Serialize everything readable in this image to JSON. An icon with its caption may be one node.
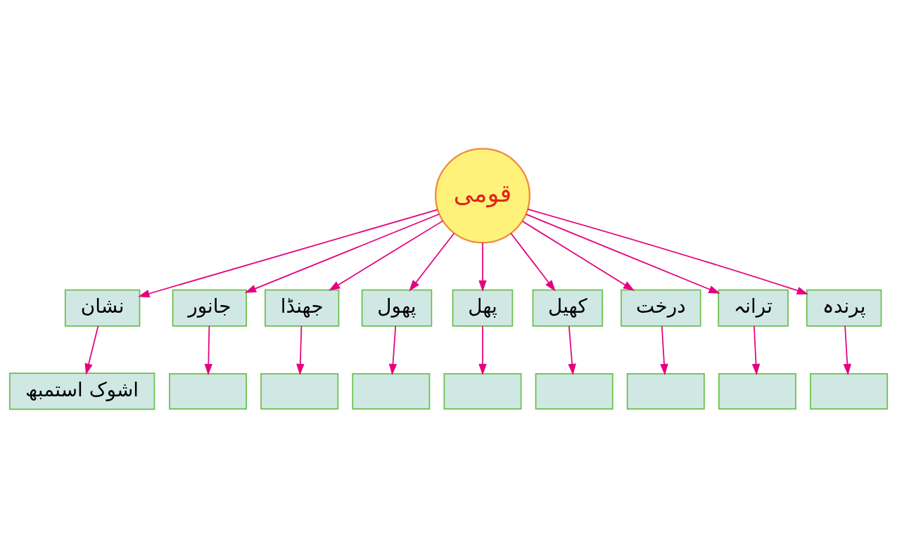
{
  "diagram": {
    "nodes": [
      {
        "text": [
          "قومی"
        ]
      },
      {
        "text": [
          "نشان"
        ]
      },
      {
        "text": [
          "جانور"
        ]
      },
      {
        "text": [
          "جھنڈا"
        ]
      },
      {
        "text": [
          "پھول"
        ]
      },
      {
        "text": [
          "پھل"
        ]
      },
      {
        "text": [
          "کھیل"
        ]
      },
      {
        "text": [
          "درخت"
        ]
      },
      {
        "text": [
          "ترانہ"
        ]
      },
      {
        "text": [
          "پرندہ"
        ]
      },
      {
        "text": [
          "اشوک استمبھ"
        ]
      },
      {
        "text": [],
        "shape": "box"
      },
      {
        "text": [],
        "shape": "box"
      },
      {
        "text": [],
        "shape": "box"
      },
      {
        "text": [],
        "shape": "box"
      },
      {
        "text": [],
        "shape": "box"
      },
      {
        "text": [],
        "shape": "box"
      },
      {
        "text": [],
        "shape": "box"
      },
      {
        "text": [],
        "shape": "box"
      }
    ],
    "edges": [
      {
        "from": 0,
        "to": 1,
        "arrow": "to"
      },
      {
        "from": 0,
        "to": 2,
        "arrow": "to"
      },
      {
        "from": 0,
        "to": 3,
        "arrow": "to"
      },
      {
        "from": 0,
        "to": 4,
        "arrow": "to"
      },
      {
        "from": 0,
        "to": 5,
        "arrow": "to"
      },
      {
        "from": 0,
        "to": 6,
        "arrow": "to"
      },
      {
        "from": 0,
        "to": 7,
        "arrow": "to"
      },
      {
        "from": 0,
        "to": 8,
        "arrow": "to"
      },
      {
        "from": 0,
        "to": 9,
        "arrow": "to"
      },
      {
        "from": 1,
        "to": 10,
        "arrow": "to"
      },
      {
        "from": 2,
        "to": 11,
        "arrow": "to"
      },
      {
        "from": 3,
        "to": 12,
        "arrow": "to"
      },
      {
        "from": 4,
        "to": 13,
        "arrow": "to"
      },
      {
        "from": 5,
        "to": 14,
        "arrow": "to"
      },
      {
        "from": 6,
        "to": 15,
        "arrow": "to"
      },
      {
        "from": 7,
        "to": 16,
        "arrow": "to"
      },
      {
        "from": 8,
        "to": 17,
        "arrow": "to"
      },
      {
        "from": 9,
        "to": 18,
        "arrow": "to"
      }
    ]
  }
}
